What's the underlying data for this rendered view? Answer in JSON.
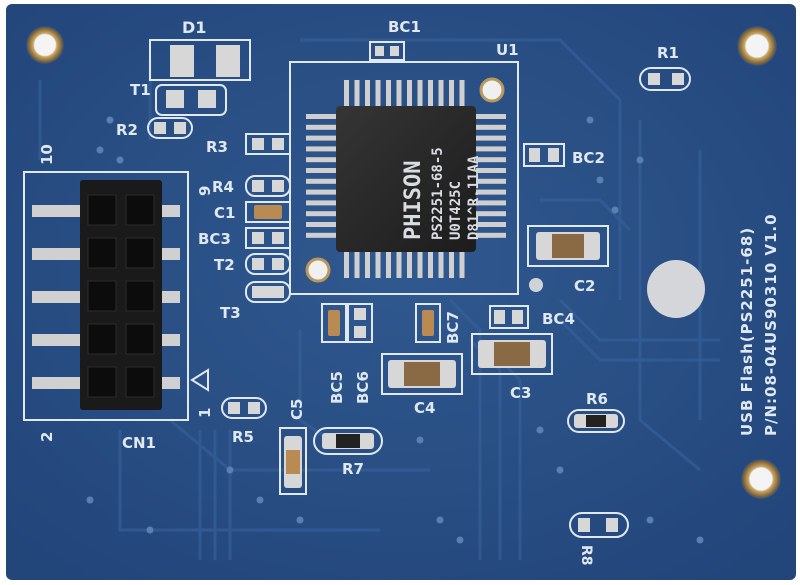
{
  "board": {
    "product": "USB Flash(PS2251-68)",
    "part_number": "P/N:08-04US90310 V1.0",
    "colors": {
      "substrate": "#2a4f84",
      "substrate_dark": "#1f3f6e",
      "trace": "#3a64a0",
      "silkscreen": "#dfe8f3",
      "pad": "#d7d7d7",
      "chip": "#2b2b2b",
      "header": "#1a1a1a",
      "mount_ring": "#b8985c"
    }
  },
  "chip": {
    "ref": "U1",
    "line1": "PHISON",
    "line2": "PS2251-68-5",
    "line3": "U0T425C",
    "line4": "D81^R.11AA"
  },
  "labels": {
    "d1": "D1",
    "bc1": "BC1",
    "u1": "U1",
    "r1": "R1",
    "t1": "T1",
    "r2": "R2",
    "r3": "R3",
    "r4": "R4",
    "c1": "C1",
    "bc3": "BC3",
    "t2": "T2",
    "t3": "T3",
    "bc2": "BC2",
    "c2": "C2",
    "bc4": "BC4",
    "c3": "C3",
    "c4": "C4",
    "bc5": "BC5",
    "bc6": "BC6",
    "bc7": "BC7",
    "c5": "C5",
    "r5": "R5",
    "r6": "R6",
    "r7": "R7",
    "r8": "R8",
    "cn1": "CN1",
    "pin10": "10",
    "pin9": "9",
    "pin2": "2",
    "pin1": "1"
  }
}
